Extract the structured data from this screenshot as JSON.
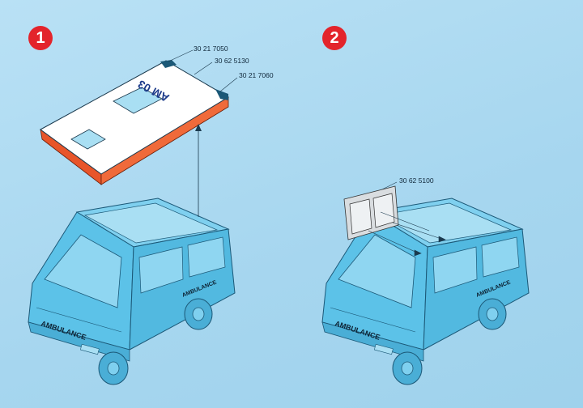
{
  "steps": [
    {
      "number": "1",
      "parts": [
        "30 21 7050",
        "30 62 5130",
        "30 21 7060"
      ],
      "roof_label": "AM 03",
      "van_labels": [
        "AMBULANCE",
        "AMBULANCE"
      ]
    },
    {
      "number": "2",
      "parts": [
        "30 62 5100"
      ],
      "van_labels": [
        "AMBULANCE",
        "AMBULANCE"
      ]
    }
  ],
  "colors": {
    "background": "#a6d6ef",
    "van": "#5cc2e8",
    "outline": "#1b5877",
    "step_badge": "#e3242b",
    "roof_edge": "#e8552a"
  }
}
